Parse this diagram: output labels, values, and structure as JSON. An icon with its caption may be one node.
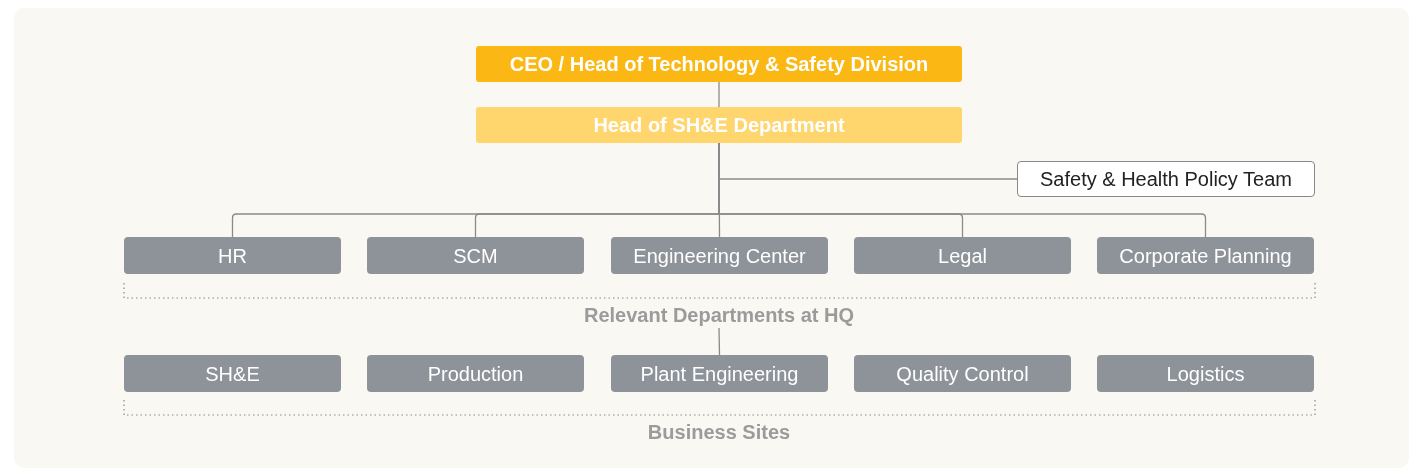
{
  "diagram": {
    "nodes": [
      {
        "text": [
          "CEO / Head of Technology & Safety Division"
        ]
      },
      {
        "text": [
          "Head of SH&E Department"
        ]
      },
      {
        "text": [
          "Safety & Health Policy Team"
        ]
      },
      {
        "text": [
          "HR"
        ]
      },
      {
        "text": [
          "SCM"
        ]
      },
      {
        "text": [
          "Engineering Center"
        ]
      },
      {
        "text": [
          "Legal"
        ]
      },
      {
        "text": [
          "Corporate Planning"
        ]
      },
      {
        "text": [
          "Relevant Departments at HQ"
        ]
      },
      {
        "text": [
          "SH&E"
        ]
      },
      {
        "text": [
          "Production"
        ]
      },
      {
        "text": [
          "Plant Engineering"
        ]
      },
      {
        "text": [
          "Quality Control"
        ]
      },
      {
        "text": [
          "Logistics"
        ]
      }
    ],
    "edges": [
      {
        "from": 0,
        "to": 1,
        "arrow": "none"
      },
      {
        "from": 1,
        "to": 2,
        "arrow": "none"
      },
      {
        "from": 1,
        "to": 3,
        "arrow": "none"
      },
      {
        "from": 1,
        "to": 4,
        "arrow": "none"
      },
      {
        "from": 1,
        "to": 5,
        "arrow": "none"
      },
      {
        "from": 1,
        "to": 6,
        "arrow": "none"
      },
      {
        "from": 1,
        "to": 7,
        "arrow": "none"
      },
      {
        "from": 8,
        "to": 11,
        "arrow": "none"
      }
    ],
    "labels": [
      "Business Sites"
    ]
  }
}
